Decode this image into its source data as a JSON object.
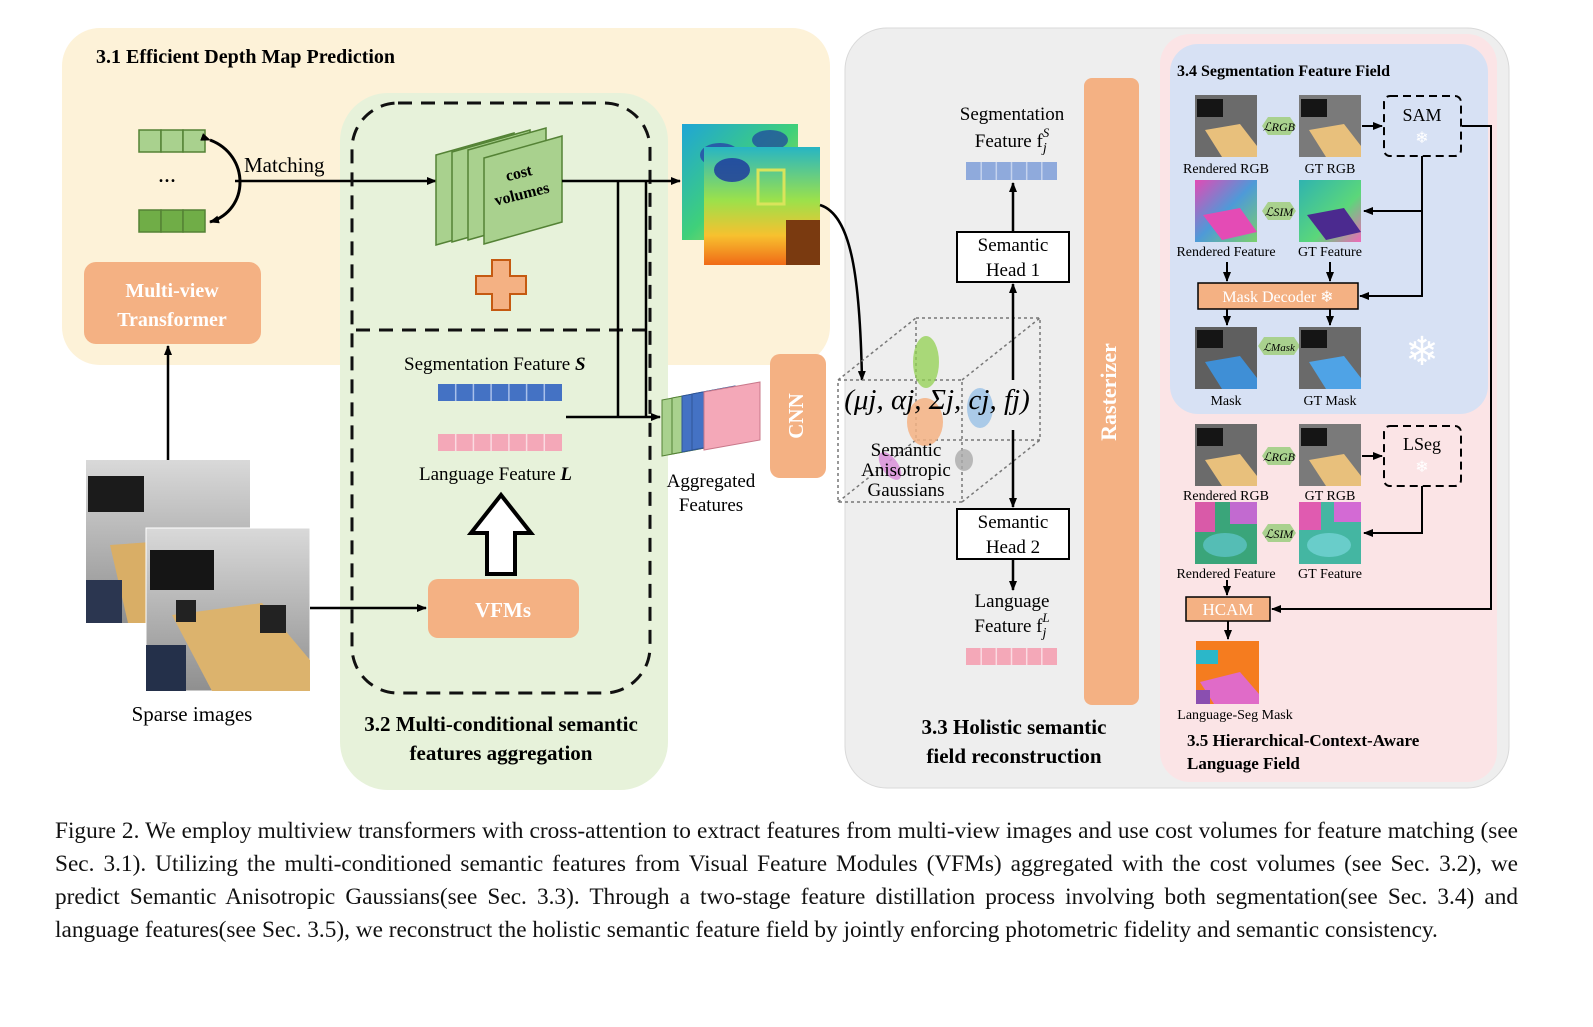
{
  "section_31": {
    "title": "3.1 Efficient Depth Map Prediction",
    "matching": "Matching",
    "dots": "...",
    "transformer_l1": "Multi-view",
    "transformer_l2": "Transformer",
    "cost_l1": "cost",
    "cost_l2": "volumes"
  },
  "section_32": {
    "title_l1": "3.2 Multi-conditional semantic",
    "title_l2": "features aggregation",
    "seg_feature": "Segmentation Feature",
    "seg_symbol": "S",
    "lang_feature": "Language Feature",
    "lang_symbol": "L",
    "vfm": "VFMs"
  },
  "left": {
    "sparse": "Sparse images"
  },
  "middle": {
    "agg_l1": "Aggregated",
    "agg_l2": "Features",
    "cnn": "CNN",
    "gauss_formula": "(μj, αj, Σj, cj, fj)",
    "gauss_l1": "Semantic",
    "gauss_l2": "Anisotropic",
    "gauss_l3": "Gaussians"
  },
  "section_33": {
    "title_l1": "3.3 Holistic semantic",
    "title_l2": "field reconstruction",
    "seg_l1": "Segmentation",
    "seg_l2": "Feature f",
    "seg_sup": "S",
    "seg_sub": "j",
    "head1_l1": "Semantic",
    "head1_l2": "Head 1",
    "head2_l1": "Semantic",
    "head2_l2": "Head 2",
    "lang_l1": "Language",
    "lang_l2": "Feature f",
    "lang_sup": "L",
    "lang_sub": "j",
    "rasterizer": "Rasterizer"
  },
  "section_34": {
    "title": "3.4 Segmentation Feature Field",
    "rendered_rgb": "Rendered RGB",
    "gt_rgb": "GT RGB",
    "rendered_feature": "Rendered Feature",
    "gt_feature": "GT Feature",
    "mask": "Mask",
    "gt_mask": "GT Mask",
    "sam": "SAM",
    "mask_decoder": "Mask Decoder",
    "loss_rgb": "ℒRGB",
    "loss_sim": "ℒSIM",
    "loss_mask": "ℒMask",
    "snowflake": "❄"
  },
  "section_35": {
    "title_l1": "3.5 Hierarchical-Context-Aware",
    "title_l2": "Language Field",
    "rendered_rgb": "Rendered RGB",
    "gt_rgb": "GT RGB",
    "rendered_feature": "Rendered Feature",
    "gt_feature": "GT Feature",
    "lseg": "LSeg",
    "hcam": "HCAM",
    "lang_mask": "Language-Seg Mask",
    "loss_rgb": "ℒRGB",
    "loss_sim": "ℒSIM"
  },
  "caption": "Figure 2. We employ multiview transformers with cross-attention to extract features from multi-view images and use cost volumes for feature matching (see Sec. 3.1). Utilizing the multi-conditioned semantic features from Visual Feature Modules (VFMs) aggregated with the cost volumes (see Sec. 3.2), we predict Semantic Anisotropic Gaussians(see Sec. 3.3). Through a two-stage feature distillation process involving both segmentation(see Sec. 3.4) and language features(see Sec. 3.5), we reconstruct the holistic semantic feature field by jointly enforcing photometric fidelity and semantic consistency.",
  "colors": {
    "depth_bg": "#fdf2d8",
    "semantic_bg": "#e7f2da",
    "holistic_bg": "#eeeeee",
    "lang_field_bg": "#fbe4e6",
    "seg_field_bg": "#d7e1f4",
    "orange": "#f4b183",
    "blue_feat": "#4472c4",
    "pink_feat": "#f4a8b8",
    "green_feat": "#70ad47",
    "loss_green": "#a9d18e"
  }
}
